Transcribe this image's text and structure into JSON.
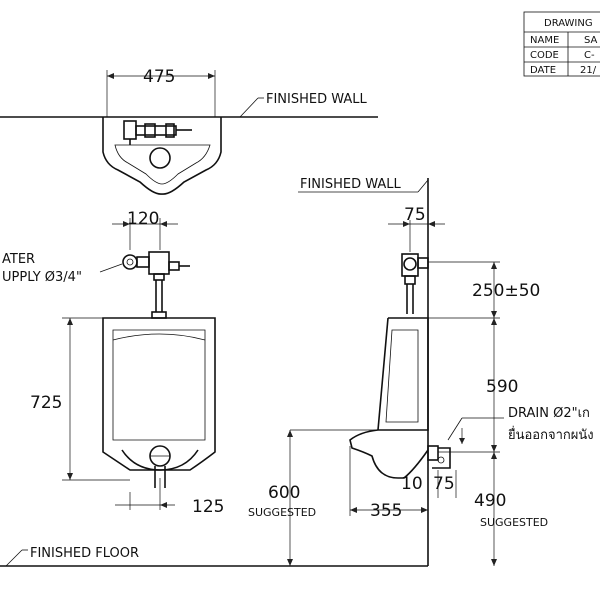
{
  "title_block": {
    "heading": "DRAWING",
    "rows": [
      {
        "label": "NAME",
        "value": "SA"
      },
      {
        "label": "CODE",
        "value": "C-"
      },
      {
        "label": "DATE",
        "value": "21/"
      }
    ]
  },
  "labels": {
    "finished_wall_top": "FINISHED WALL",
    "finished_wall_side": "FINISHED WALL",
    "finished_floor": "FINISHED FLOOR",
    "water_supply_1": "ATER",
    "water_supply_2": "UPPLY Ø3/4\"",
    "drain_1": "DRAIN Ø2\"เก",
    "drain_2": "ยื่นออกจากผนัง",
    "suggested_left": "SUGGESTED",
    "suggested_right": "SUGGESTED"
  },
  "dimensions": {
    "width_top": "475",
    "valve_offset": "120",
    "height_body": "725",
    "spud_offset": "125",
    "floor_height": "600",
    "depth": "355",
    "wall_offset": "75",
    "inlet_height": "250±50",
    "outlet_height": "590",
    "drain_10": "10",
    "drain_75": "75",
    "drain_height": "490"
  }
}
